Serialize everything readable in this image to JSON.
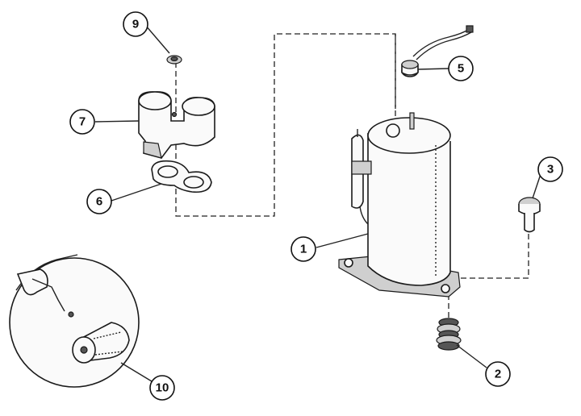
{
  "callouts": [
    {
      "id": "callout-1",
      "label": "1"
    },
    {
      "id": "callout-2",
      "label": "2"
    },
    {
      "id": "callout-3",
      "label": "3"
    },
    {
      "id": "callout-5",
      "label": "5"
    },
    {
      "id": "callout-6",
      "label": "6"
    },
    {
      "id": "callout-7",
      "label": "7"
    },
    {
      "id": "callout-9",
      "label": "9"
    },
    {
      "id": "callout-10",
      "label": "10"
    }
  ]
}
